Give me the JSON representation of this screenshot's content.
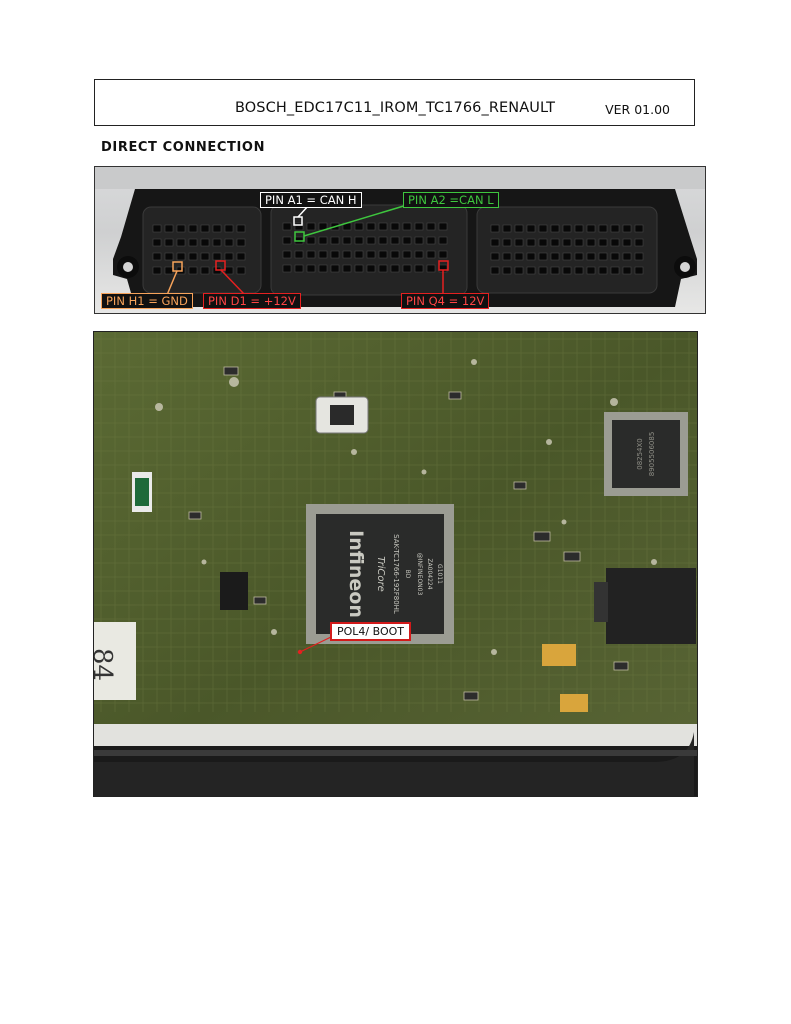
{
  "header": {
    "title": "BOSCH_EDC17C11_IROM_TC1766_RENAULT",
    "version": "VER 01.00"
  },
  "section_title": "DIRECT CONNECTION",
  "connector_pins": [
    {
      "label": "PIN A1 = CAN H",
      "color": "#ffffff"
    },
    {
      "label": "PIN A2 =CAN L",
      "color": "#3ec63e"
    },
    {
      "label": "PIN H1 = GND",
      "color": "#f7a35a"
    },
    {
      "label": "PIN D1 = +12V",
      "color": "#e52020"
    },
    {
      "label": "PIN Q4 = 12V",
      "color": "#e52020"
    }
  ],
  "pcb": {
    "boot_label": "POL4/ BOOT",
    "chip_markings": [
      "G1011",
      "ZA004224",
      "@INFINEON03",
      "BD",
      "SAK-TC1766-192F80HL",
      "TriCore",
      "Infineon"
    ],
    "side_chip_markings": [
      "08254X0",
      "8905506085"
    ],
    "edge_text": "84"
  }
}
